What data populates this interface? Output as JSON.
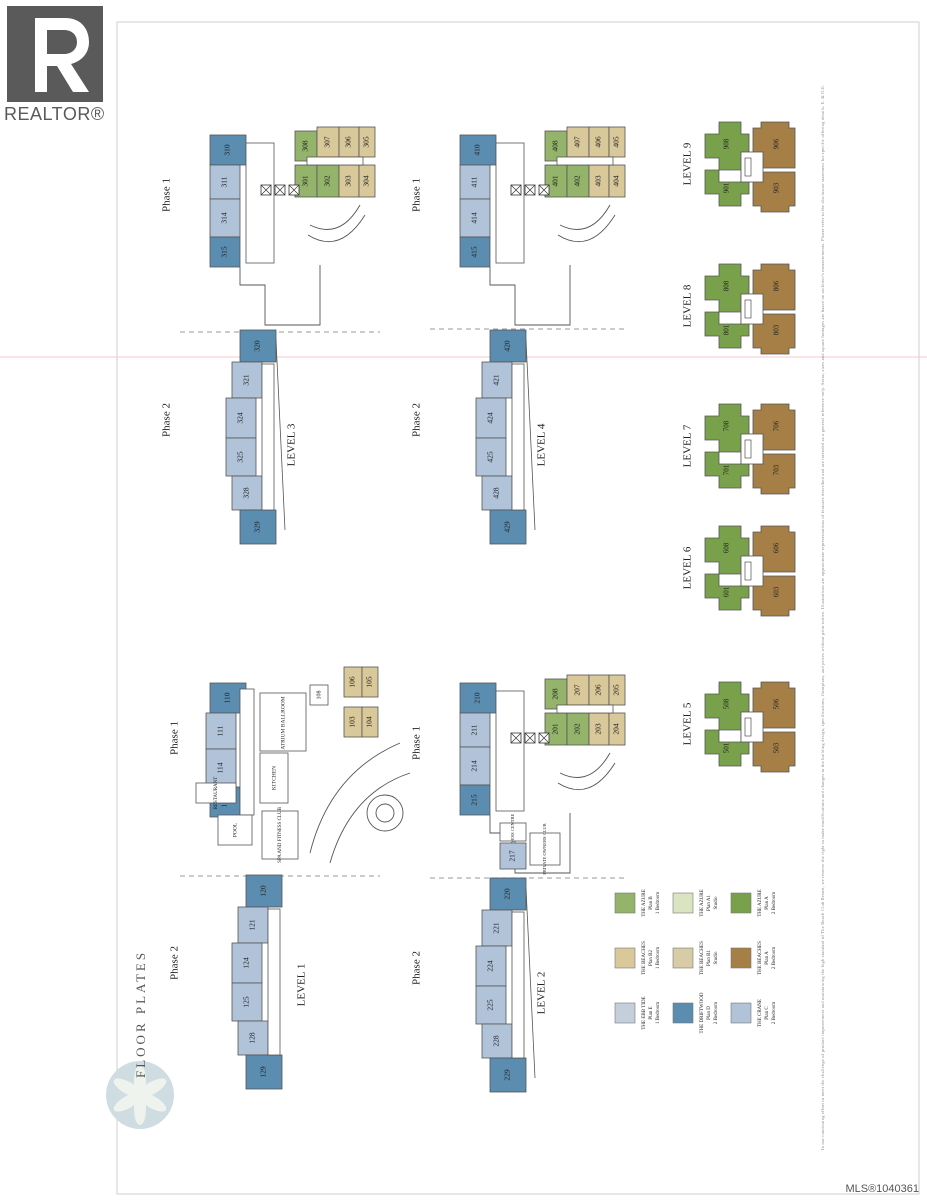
{
  "branding": {
    "logo_text": "REALTOR®",
    "mls_number": "MLS®1040361"
  },
  "page": {
    "title": "FLOOR PLATES"
  },
  "colors": {
    "azure_b": "#93b46a",
    "azure_a1": "#dbe4c0",
    "azure_a": "#79a04a",
    "beaches_b2": "#d9c89a",
    "beaches_b1": "#d8cca7",
    "beaches_a": "#a57f45",
    "ebbtide_e": "#c5cfdc",
    "driftwood_d": "#5b8db0",
    "crane_c": "#b0c3d8"
  },
  "legend": [
    {
      "series": "THE AZURE",
      "plan": "Plan B",
      "beds": "1 Bedroom",
      "color": "#93b46a"
    },
    {
      "series": "THE AZURE",
      "plan": "Plan A1",
      "beds": "Studio",
      "color": "#dbe4c0"
    },
    {
      "series": "THE AZURE",
      "plan": "Plan A",
      "beds": "2 Bedroom",
      "color": "#79a04a"
    },
    {
      "series": "THE BEACHES",
      "plan": "Plan B2",
      "beds": "1 Bedroom",
      "color": "#d9c89a"
    },
    {
      "series": "THE BEACHES",
      "plan": "Plan B1",
      "beds": "Studio",
      "color": "#d8cca7"
    },
    {
      "series": "THE BEACHES",
      "plan": "Plan A",
      "beds": "2 Bedroom",
      "color": "#a57f45"
    },
    {
      "series": "THE EBB TIDE",
      "plan": "Plan E",
      "beds": "1 Bedroom",
      "color": "#c5cfdc"
    },
    {
      "series": "THE DRIFTWOOD",
      "plan": "Plan D",
      "beds": "2 Bedroom",
      "color": "#5b8db0"
    },
    {
      "series": "THE CRANE",
      "plan": "Plan C",
      "beds": "2 Bedroom",
      "color": "#b0c3d8"
    }
  ],
  "labels": {
    "phase1": "Phase 1",
    "phase2": "Phase 2"
  },
  "levels": {
    "level1": {
      "name": "LEVEL 1",
      "phase1_units": [
        "110",
        "111",
        "114",
        "115"
      ],
      "beach_units": [
        "106",
        "105",
        "103",
        "104"
      ],
      "amenities": [
        "108",
        "ATRIUM BALLROOM",
        "KITCHEN",
        "RESTAURANT",
        "POOL",
        "SPA AND FITNESS CLUB"
      ],
      "phase2_units": [
        "120",
        "121",
        "124",
        "125",
        "128",
        "129"
      ]
    },
    "level2": {
      "name": "LEVEL 2",
      "phase1_units": [
        "210",
        "211",
        "214",
        "215"
      ],
      "core_units": [
        "208",
        "207",
        "206",
        "205",
        "201",
        "202",
        "203",
        "204"
      ],
      "amenities": [
        "FITNESS CENTRE",
        "PRIVATE OWNERS CLUB",
        "217"
      ],
      "phase2_units": [
        "220",
        "221",
        "224",
        "225",
        "228",
        "229"
      ]
    },
    "level3": {
      "name": "LEVEL 3",
      "phase1_units": [
        "310",
        "311",
        "314",
        "315"
      ],
      "core_units": [
        "308",
        "307",
        "306",
        "305",
        "301",
        "302",
        "303",
        "304"
      ],
      "phase2_units": [
        "320",
        "321",
        "324",
        "325",
        "328",
        "329"
      ]
    },
    "level4": {
      "name": "LEVEL 4",
      "phase1_units": [
        "410",
        "411",
        "414",
        "415"
      ],
      "core_units": [
        "408",
        "407",
        "406",
        "405",
        "401",
        "402",
        "403",
        "404"
      ],
      "phase2_units": [
        "420",
        "421",
        "424",
        "425",
        "428",
        "429"
      ]
    },
    "level5": {
      "name": "LEVEL 5",
      "units": [
        "508",
        "506",
        "501",
        "503"
      ]
    },
    "level6": {
      "name": "LEVEL 6",
      "units": [
        "608",
        "606",
        "601",
        "603"
      ]
    },
    "level7": {
      "name": "LEVEL 7",
      "units": [
        "708",
        "706",
        "701",
        "703"
      ]
    },
    "level8": {
      "name": "LEVEL 8",
      "units": [
        "808",
        "806",
        "801",
        "803"
      ]
    },
    "level9": {
      "name": "LEVEL 9",
      "units": [
        "908",
        "906",
        "901",
        "903"
      ]
    }
  },
  "disclaimer": {
    "line1": "In our continuing effort to meet the challenge of product improvement and maintaining the high standard of The Beach Club Resort, we reserve the right to make modifications and changes to the building design, specifications, floorplans, and prices without prior notice. Illustrations are approximate representations of features described and are intended as a general reference only. Areas, sizes and square footages are based on architect's measurements. Please refer to the disclosure statement for specific offering details. E. & O.E."
  }
}
